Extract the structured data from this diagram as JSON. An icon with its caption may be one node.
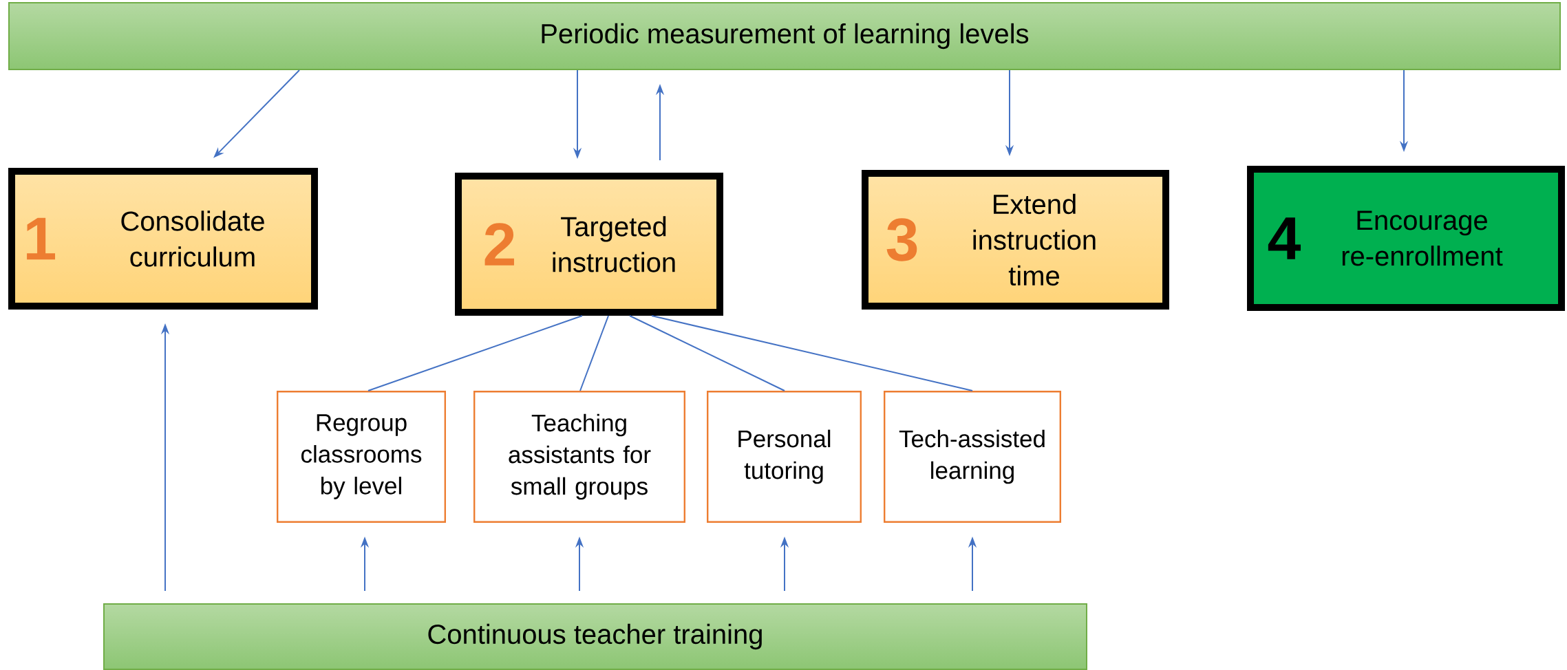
{
  "diagram": {
    "nodes": [
      {
        "text": [
          "Periodic measurement of learning levels"
        ]
      },
      {
        "text": [
          "1",
          "Consolidate curriculum"
        ]
      },
      {
        "text": [
          "2",
          "Targeted instruction"
        ]
      },
      {
        "text": [
          "3",
          "Extend instruction time"
        ]
      },
      {
        "text": [
          "4",
          "Encourage re-enrollment"
        ]
      },
      {
        "text": [
          "Regroup classrooms by level"
        ]
      },
      {
        "text": [
          "Teaching assistants for small groups"
        ]
      },
      {
        "text": [
          "Personal tutoring"
        ]
      },
      {
        "text": [
          "Tech-assisted learning"
        ]
      },
      {
        "text": [
          "Continuous teacher training"
        ]
      }
    ],
    "edges": [
      {
        "from": 0,
        "to": 1,
        "arrow": "to"
      },
      {
        "from": 0,
        "to": 2,
        "arrow": "to"
      },
      {
        "from": 2,
        "to": 0,
        "arrow": "to"
      },
      {
        "from": 0,
        "to": 3,
        "arrow": "to"
      },
      {
        "from": 0,
        "to": 4,
        "arrow": "to"
      },
      {
        "from": 2,
        "to": 5,
        "arrow": "none"
      },
      {
        "from": 2,
        "to": 6,
        "arrow": "none"
      },
      {
        "from": 2,
        "to": 7,
        "arrow": "none"
      },
      {
        "from": 2,
        "to": 8,
        "arrow": "none"
      },
      {
        "from": 9,
        "to": 1,
        "arrow": "to"
      },
      {
        "from": 9,
        "to": 5,
        "arrow": "to"
      },
      {
        "from": 9,
        "to": 6,
        "arrow": "to"
      },
      {
        "from": 9,
        "to": 7,
        "arrow": "to"
      },
      {
        "from": 9,
        "to": 8,
        "arrow": "to"
      }
    ]
  }
}
